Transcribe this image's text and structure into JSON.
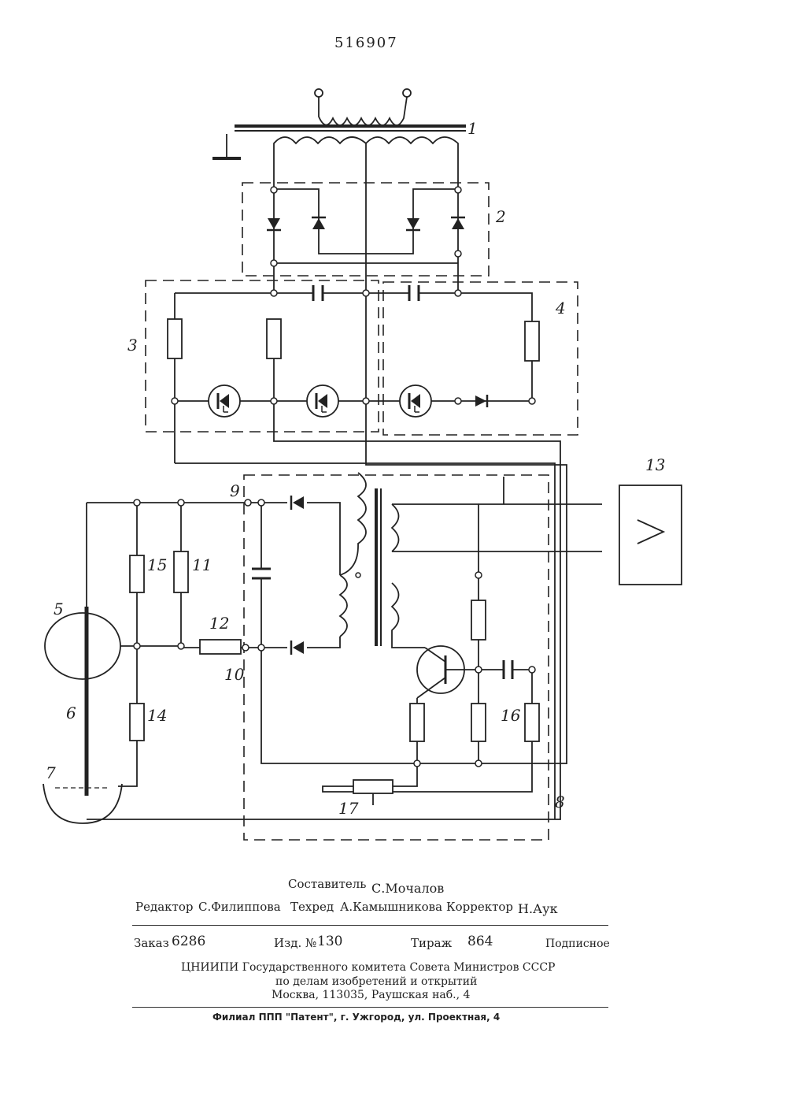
{
  "page_number": "516907",
  "figure_labels": {
    "l1": "1",
    "l2": "2",
    "l3": "3",
    "l4": "4",
    "l5": "5",
    "l6": "6",
    "l7": "7",
    "l8": "8",
    "l9": "9",
    "l10": "10",
    "l11": "11",
    "l12": "12",
    "l13": "13",
    "l14": "14",
    "l15": "15",
    "l16": "16",
    "l17": "17"
  },
  "imprint": {
    "compiler_label": "Составитель",
    "compiler_name": "С.Мочалов",
    "editor_label": "Редактор",
    "editor_name": "С.Филиппова",
    "techred_label": "Техред",
    "techred_name": "А.Камышникова",
    "corrector_label": "Корректор",
    "corrector_name": "Н.Аук",
    "order_label": "Заказ",
    "order_no": "6286",
    "issue_label": "Изд. №",
    "issue_no": "130",
    "circulation_label": "Тираж",
    "circulation_no": "864",
    "subscription": "Подписное",
    "org_line1": "ЦНИИПИ Государственного комитета Совета Министров СССР",
    "org_line2": "по делам изобретений и открытий",
    "org_line3": "Москва, 113035, Раушская наб., 4",
    "branch": "Филиал ППП \"Патент\", г. Ужгород, ул. Проектная, 4"
  }
}
